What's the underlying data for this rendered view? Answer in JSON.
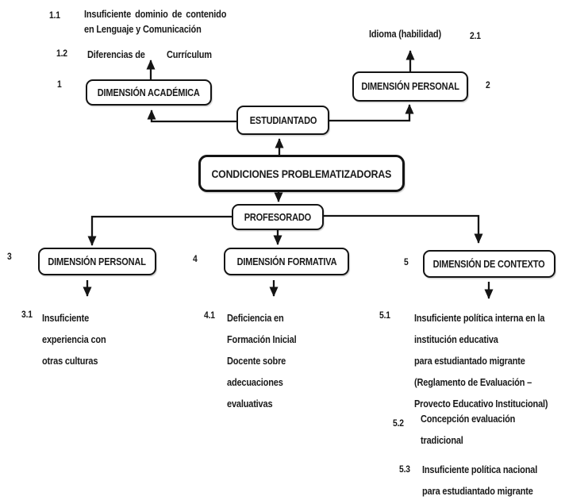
{
  "diagram": {
    "boxes": {
      "condiciones": "CONDICIONES PROBLEMATIZADORAS",
      "estudiantado": "ESTUDIANTADO",
      "profesorado": "PROFESORADO",
      "dim_academica": "DIMENSIÓN ACADÉMICA",
      "dim_personal_estudiantado": "DIMENSIÓN PERSONAL",
      "dim_personal_profesorado": "DIMENSIÓN PERSONAL",
      "dim_formativa": "DIMENSIÓN FORMATIVA",
      "dim_contexto": "DIMENSIÓN DE CONTEXTO"
    },
    "numbers": {
      "n1": "1",
      "n1_1": "1.1",
      "n1_2": "1.2",
      "n2": "2",
      "n2_1": "2.1",
      "n3": "3",
      "n3_1": "3.1",
      "n4": "4",
      "n4_1": "4.1",
      "n5": "5",
      "n5_1": "5.1",
      "n5_2": "5.2",
      "n5_3": "5.3"
    },
    "causes": {
      "c1_1": {
        "lines": [
          "Insuficiente dominio de contenido",
          "en Lenguaje y Comunicación"
        ]
      },
      "c1_2": {
        "part1": "Diferencias de",
        "part2": "Currículum"
      },
      "c2_1": {
        "text": "Idioma (habilidad)"
      },
      "c3_1": {
        "lines": [
          "Insuficiente",
          "experiencia con",
          "otras culturas"
        ]
      },
      "c4_1": {
        "lines": [
          "Deficiencia en",
          "Formación Inicial",
          "Docente sobre",
          "adecuaciones",
          "evaluativas"
        ]
      },
      "c5_1": {
        "lines": [
          "Insuficiente política interna en la",
          "institución educativa",
          "para estudiantado migrante",
          "(Reglamento de Evaluación –",
          "Provecto Educativo Institucional)"
        ]
      },
      "c5_2": {
        "lines": [
          "Concepción evaluación",
          "tradicional"
        ]
      },
      "c5_3": {
        "lines": [
          "Insuficiente política nacional",
          "para estudiantado migrante"
        ]
      }
    },
    "colors": {
      "ink": "#1a1a1a",
      "background": "#ffffff"
    }
  }
}
